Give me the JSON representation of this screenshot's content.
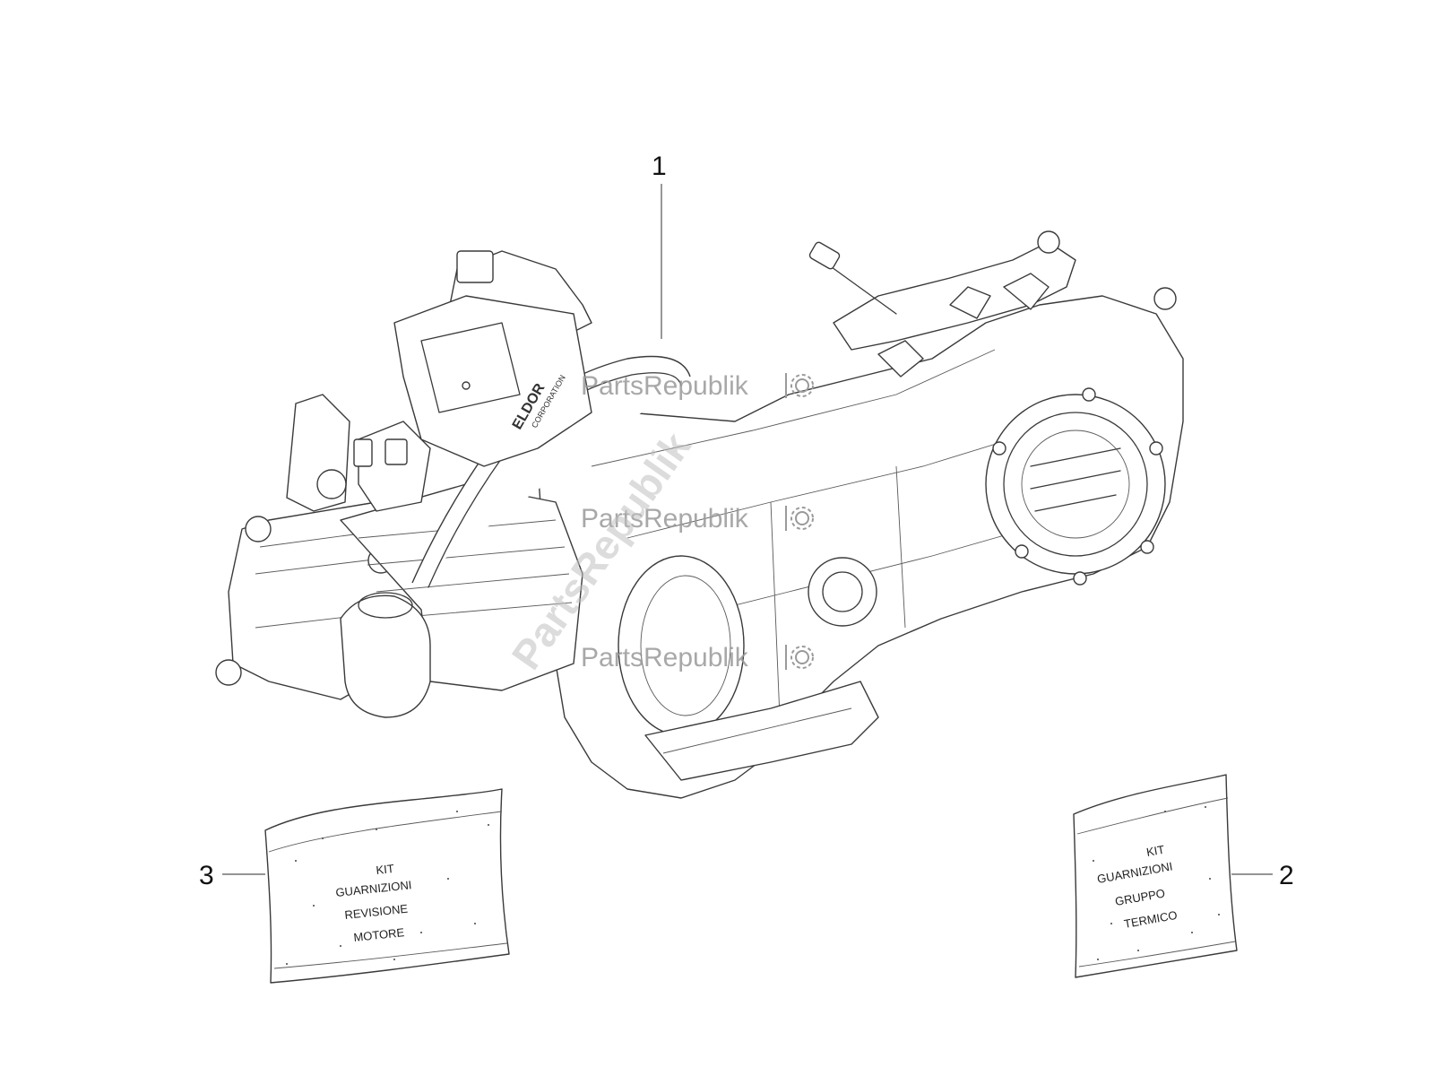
{
  "callouts": {
    "one": "1",
    "two": "2",
    "three": "3"
  },
  "kits": {
    "overhaul": {
      "line1": "KIT",
      "line2": "GUARNIZIONI",
      "line3": "REVISIONE",
      "line4": "MOTORE"
    },
    "thermal": {
      "line1": "KIT",
      "line2": "GUARNIZIONI",
      "line3": "GRUPPO",
      "line4": "TERMICO"
    }
  },
  "ecu_label": {
    "brand": "ELDOR",
    "sub": "CORPORATION"
  },
  "watermark": {
    "text": "PartsRepublik",
    "diagonal": "PartsRepublik",
    "icon": "gear-icon"
  }
}
